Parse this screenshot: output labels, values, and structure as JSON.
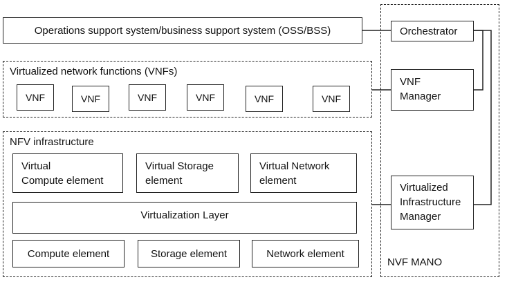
{
  "oss_bss": {
    "label": "Operations support system/business support system (OSS/BSS)"
  },
  "vnf_group": {
    "title": "Virtualized network functions (VNFs)",
    "items": [
      "VNF",
      "VNF",
      "VNF",
      "VNF",
      "VNF",
      "VNF"
    ]
  },
  "nfvi": {
    "title": "NFV infrastructure",
    "virtual_compute": "Virtual\nCompute element",
    "virtual_storage": "Virtual Storage\nelement",
    "virtual_network": "Virtual Network\nelement",
    "virtualization_layer": "Virtualization Layer",
    "compute": "Compute element",
    "storage": "Storage element",
    "network": "Network element"
  },
  "mano": {
    "title": "NVF MANO",
    "orchestrator": "Orchestrator",
    "vnf_manager": "VNF\nManager",
    "vim": "Virtualized\nInfrastructure\nManager"
  }
}
